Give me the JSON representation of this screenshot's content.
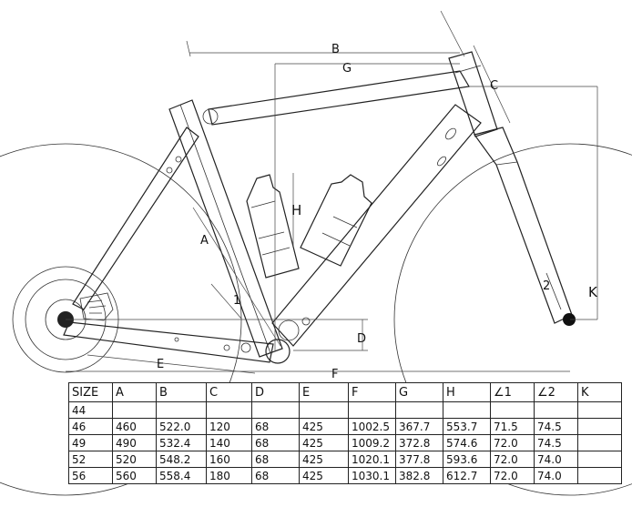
{
  "diagram": {
    "dimension_labels": {
      "a": "A",
      "b": "B",
      "c": "C",
      "d": "D",
      "e": "E",
      "f": "F",
      "g": "G",
      "h": "H",
      "k": "K",
      "angle1": "1",
      "angle2": "2"
    }
  },
  "table": {
    "headers": [
      "SIZE",
      "A",
      "B",
      "C",
      "D",
      "E",
      "F",
      "G",
      "H",
      "∠1",
      "∠2",
      "K"
    ],
    "rows": [
      [
        "44",
        "",
        "",
        "",
        "",
        "",
        "",
        "",
        "",
        "",
        "",
        ""
      ],
      [
        "46",
        "460",
        "522.0",
        "120",
        "68",
        "425",
        "1002.5",
        "367.7",
        "553.7",
        "71.5",
        "74.5",
        ""
      ],
      [
        "49",
        "490",
        "532.4",
        "140",
        "68",
        "425",
        "1009.2",
        "372.8",
        "574.6",
        "72.0",
        "74.5",
        ""
      ],
      [
        "52",
        "520",
        "548.2",
        "160",
        "68",
        "425",
        "1020.1",
        "377.8",
        "593.6",
        "72.0",
        "74.0",
        ""
      ],
      [
        "56",
        "560",
        "558.4",
        "180",
        "68",
        "425",
        "1030.1",
        "382.8",
        "612.7",
        "72.0",
        "74.0",
        ""
      ]
    ]
  }
}
